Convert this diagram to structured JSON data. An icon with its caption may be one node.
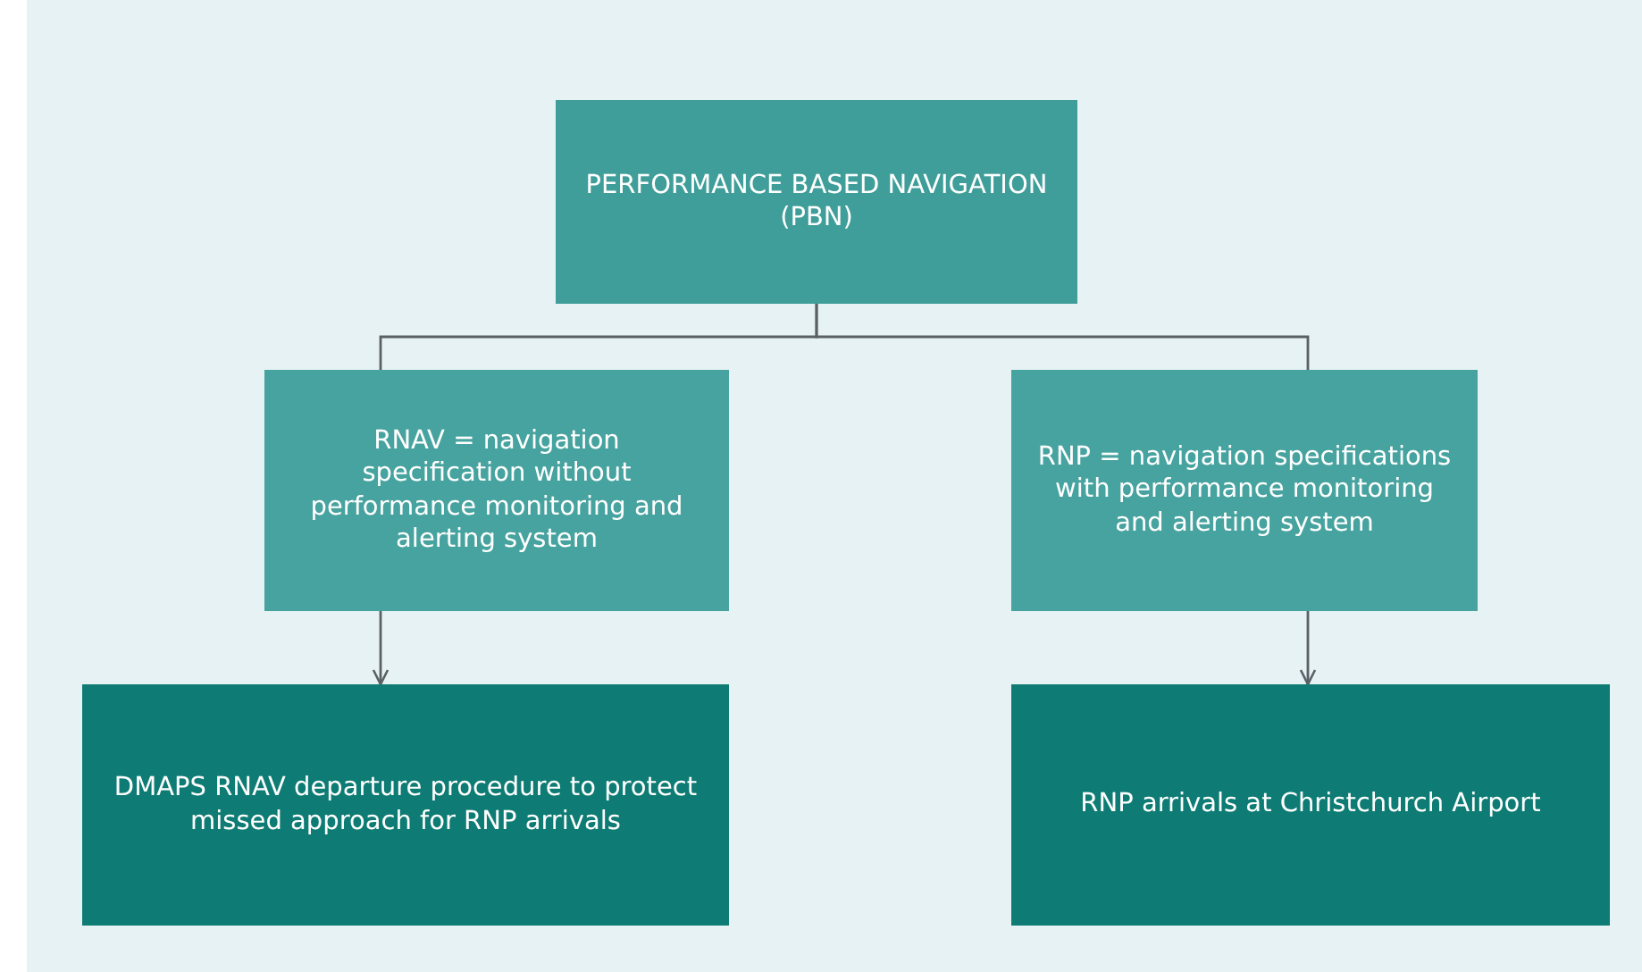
{
  "diagram": {
    "nodes": [
      {
        "text": [
          "PERFORMANCE BASED NAVIGATION (PBN)"
        ]
      },
      {
        "text": [
          "RNAV = navigation specification without performance monitoring and alerting system"
        ]
      },
      {
        "text": [
          "RNP = navigation specifications with performance monitoring and alerting system"
        ]
      },
      {
        "text": [
          "DMAPS RNAV departure procedure to protect missed approach for RNP arrivals"
        ]
      },
      {
        "text": [
          "RNP arrivals at Christchurch Airport"
        ]
      }
    ],
    "edges": [
      {
        "from": 0,
        "to": 1,
        "arrow": "none"
      },
      {
        "from": 0,
        "to": 2,
        "arrow": "none"
      },
      {
        "from": 1,
        "to": 3,
        "arrow": "to"
      },
      {
        "from": 2,
        "to": 4,
        "arrow": "to"
      }
    ]
  }
}
